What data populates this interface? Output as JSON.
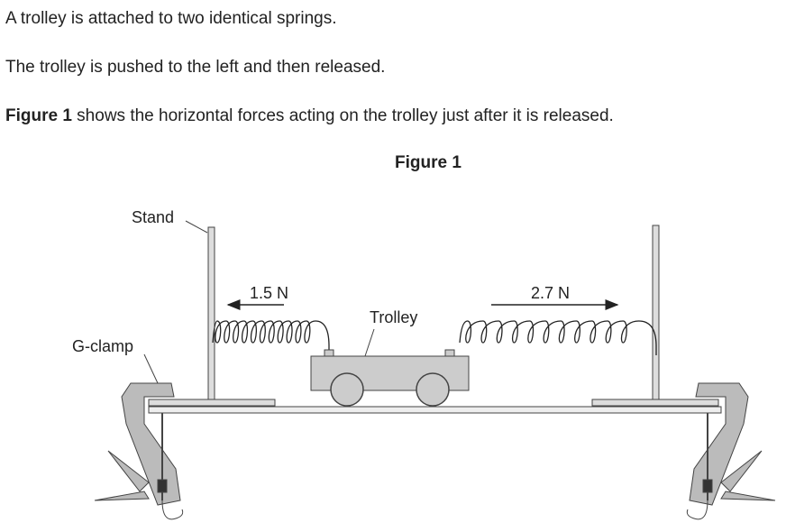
{
  "text": {
    "para1": "A trolley is attached to two identical springs.",
    "para2": "The trolley is pushed to the left and then released.",
    "para3_bold": "Figure 1",
    "para3_rest": " shows the horizontal forces acting on the trolley just after it is released."
  },
  "figure": {
    "title": "Figure 1",
    "labels": {
      "stand": "Stand",
      "g_clamp": "G-clamp",
      "trolley": "Trolley",
      "left_force": "1.5 N",
      "right_force": "2.7 N"
    }
  }
}
